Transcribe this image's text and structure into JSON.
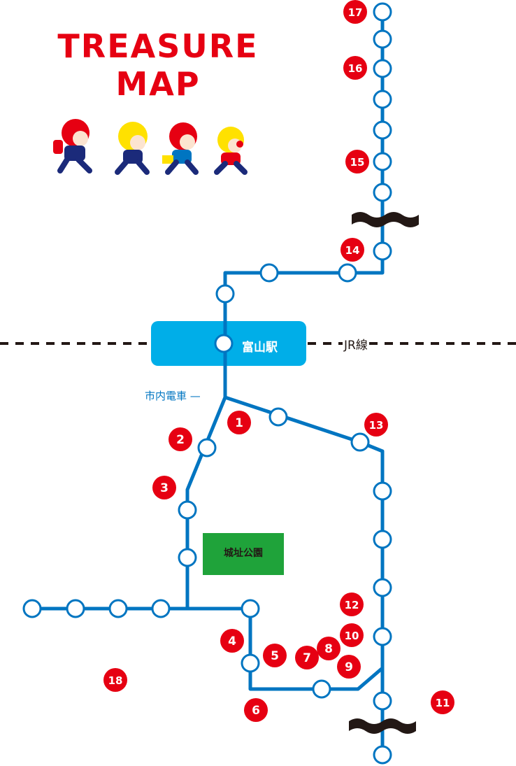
{
  "title": {
    "line1": "TREASURE",
    "line2": "MAP"
  },
  "map_labels": {
    "station": "富山駅",
    "jr_line": "JR線",
    "tram": "市内電車",
    "park": "城址公園"
  },
  "spots": [
    "1",
    "2",
    "3",
    "4",
    "5",
    "6",
    "7",
    "8",
    "9",
    "10",
    "11",
    "12",
    "13",
    "14",
    "15",
    "16",
    "17",
    "18"
  ],
  "characters": [
    "red-hair-runner",
    "blonde-runner",
    "red-hair-runner-with-book",
    "blonde-runner-with-eyepatch"
  ],
  "colors": {
    "title": "#e60012",
    "spot_marker": "#e60012",
    "tram_line": "#0075c1",
    "station_box": "#00aee8",
    "park": "#1fa33a",
    "jr_line": "#231815",
    "station_circle_stroke": "#0075c1"
  }
}
